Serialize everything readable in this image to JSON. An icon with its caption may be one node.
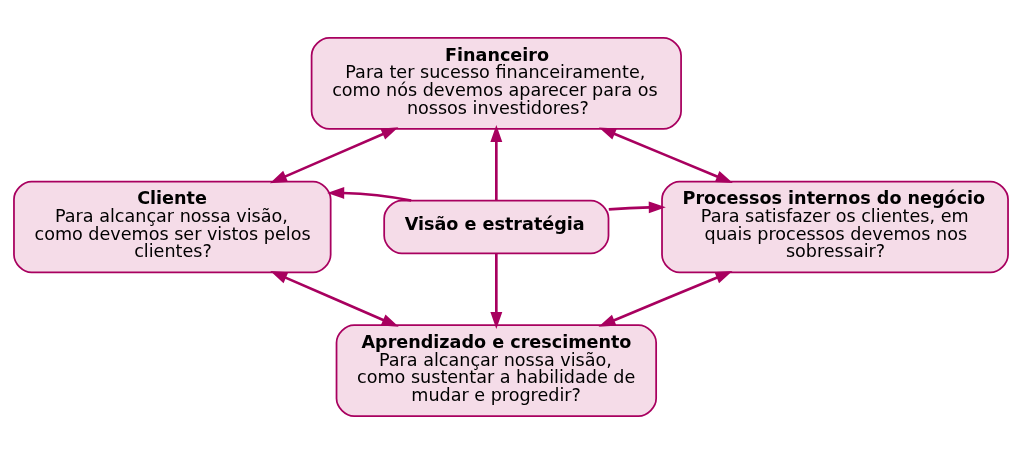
{
  "diagram": {
    "nodes": [
      {
        "text": [
          "Financeiro",
          "Para ter sucesso financeiramente, como nós devemos aparecer para os nossos investidores?"
        ]
      },
      {
        "text": [
          "Cliente",
          "Para alcançar nossa visão, como devemos ser vistos pelos clientes?"
        ]
      },
      {
        "text": [
          "Visão e estratégia"
        ]
      },
      {
        "text": [
          "Processos internos do negócio",
          "Para satisfazer os clientes, em quais processos devemos nos sobressair?"
        ]
      },
      {
        "text": [
          "Aprendizado e crescimento",
          "Para alcançar nossa visão, como sustentar a habilidade de mudar e progredir?"
        ]
      }
    ],
    "edges": [
      {
        "from": 2,
        "to": 0,
        "arrow": "to"
      },
      {
        "from": 2,
        "to": 1,
        "arrow": "to"
      },
      {
        "from": 2,
        "to": 3,
        "arrow": "to"
      },
      {
        "from": 2,
        "to": 4,
        "arrow": "to"
      },
      {
        "from": 0,
        "to": 1,
        "arrow": "both"
      },
      {
        "from": 0,
        "to": 3,
        "arrow": "both"
      },
      {
        "from": 1,
        "to": 4,
        "arrow": "both"
      },
      {
        "from": 3,
        "to": 4,
        "arrow": "both"
      }
    ]
  }
}
